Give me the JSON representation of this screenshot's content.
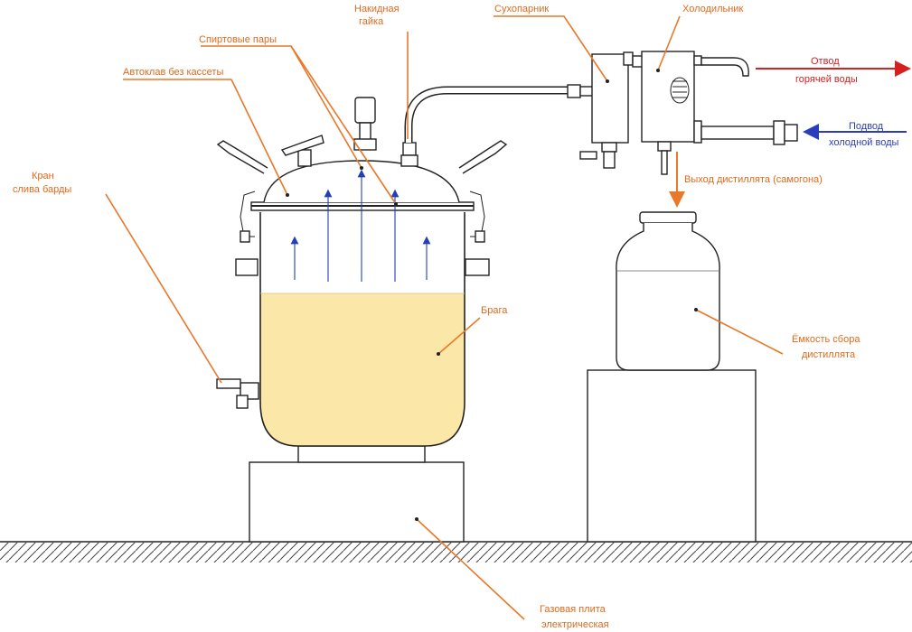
{
  "diagram": {
    "labels": {
      "cap_nut_1": "Накидная",
      "cap_nut_2": "гайка",
      "alcohol_vapor": "Спиртовые пары",
      "autoclave": "Автоклав без кассеты",
      "drain_tap_1": "Кран",
      "drain_tap_2": "слива барды",
      "dryer": "Сухопарник",
      "condenser": "Холодильник",
      "hot_water_1": "Отвод",
      "hot_water_2": "горячей воды",
      "cold_water_1": "Подвод",
      "cold_water_2": "холодной воды",
      "distillate_out": "Выход дистиллята (самогона)",
      "mash": "Брага",
      "container_1": "Ёмкость сбора",
      "container_2": "дистиллята",
      "stove_1": "Газовая плита",
      "stove_2": "электрическая"
    },
    "colors": {
      "label_orange": "#e06a1b",
      "hot_water_red": "#d62020",
      "cold_water_blue": "#2a3dbb",
      "mash_fill": "#fbe7a8",
      "vapor_arrow": "#2440b0"
    }
  }
}
